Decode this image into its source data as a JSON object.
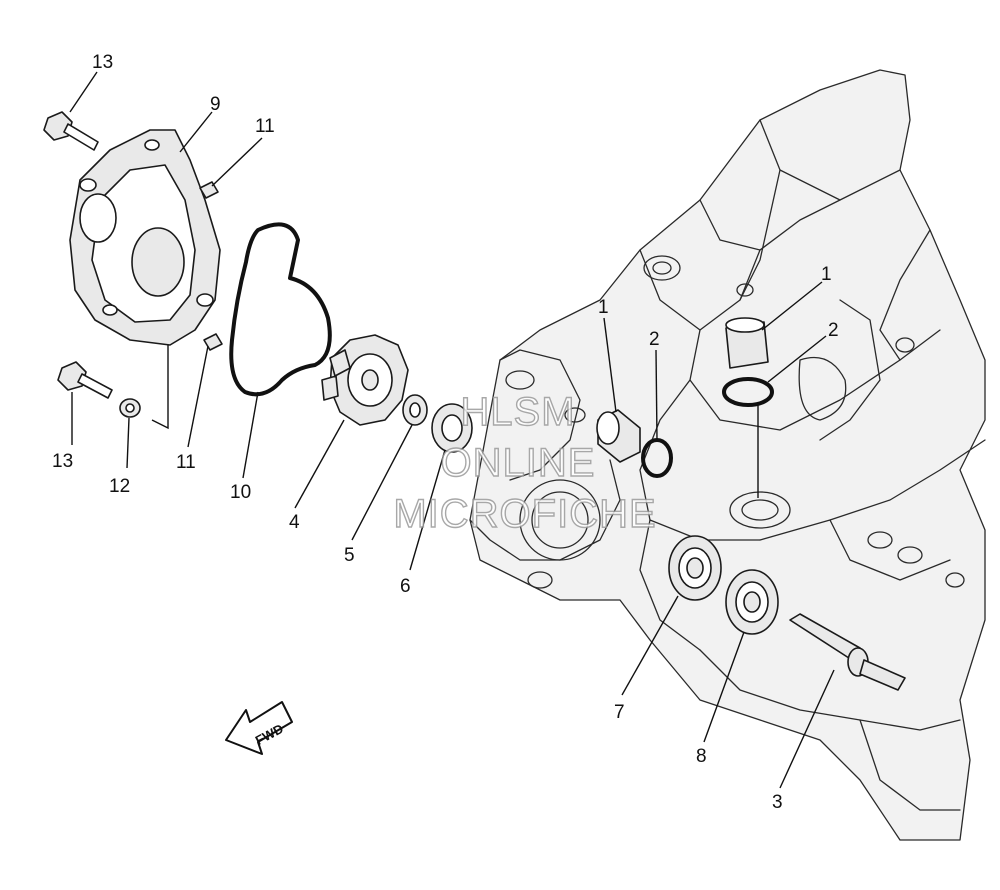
{
  "diagram": {
    "callouts": [
      {
        "id": "c13a",
        "text": "13"
      },
      {
        "id": "c9",
        "text": "9"
      },
      {
        "id": "c11a",
        "text": "11"
      },
      {
        "id": "c13b",
        "text": "13"
      },
      {
        "id": "c12",
        "text": "12"
      },
      {
        "id": "c11b",
        "text": "11"
      },
      {
        "id": "c10",
        "text": "10"
      },
      {
        "id": "c4",
        "text": "4"
      },
      {
        "id": "c5",
        "text": "5"
      },
      {
        "id": "c6",
        "text": "6"
      },
      {
        "id": "c1a",
        "text": "1"
      },
      {
        "id": "c2a",
        "text": "2"
      },
      {
        "id": "c1b",
        "text": "1"
      },
      {
        "id": "c2b",
        "text": "2"
      },
      {
        "id": "c7",
        "text": "7"
      },
      {
        "id": "c8",
        "text": "8"
      },
      {
        "id": "c3",
        "text": "3"
      }
    ],
    "fwd_label": "FWD",
    "watermark": {
      "line1": "HLSM",
      "line2": "ONLINE",
      "line3": "MICROFICHE"
    }
  }
}
